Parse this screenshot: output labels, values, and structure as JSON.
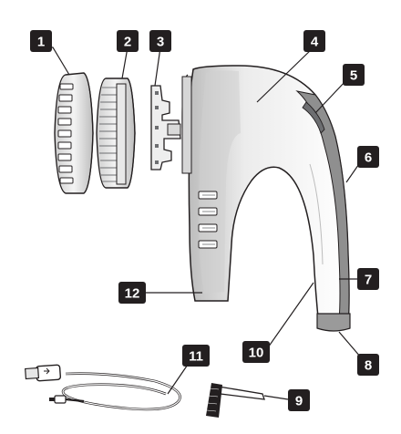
{
  "callouts": [
    {
      "id": "1",
      "label": "1"
    },
    {
      "id": "2",
      "label": "2"
    },
    {
      "id": "3",
      "label": "3"
    },
    {
      "id": "4",
      "label": "4"
    },
    {
      "id": "5",
      "label": "5"
    },
    {
      "id": "6",
      "label": "6"
    },
    {
      "id": "7",
      "label": "7"
    },
    {
      "id": "8",
      "label": "8"
    },
    {
      "id": "9",
      "label": "9"
    },
    {
      "id": "10",
      "label": "10"
    },
    {
      "id": "11",
      "label": "11"
    },
    {
      "id": "12",
      "label": "12"
    }
  ],
  "colors": {
    "ink": "#231f20",
    "body_light": "#ffffff",
    "body_gray": "#d0d0d0",
    "body_dark": "#6d6e71",
    "label_text": "#ffffff"
  }
}
